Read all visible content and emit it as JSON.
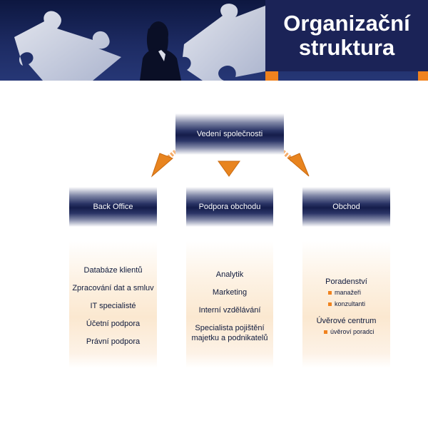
{
  "title": {
    "line1": "Organizační",
    "line2": "struktura"
  },
  "top_node": {
    "label": "Vedení společnosti"
  },
  "departments": [
    {
      "label": "Back Office",
      "items": [
        "Databáze klientů",
        "Zpracování dat a smluv",
        "IT specialisté",
        "Účetní podpora",
        "Právní podpora"
      ]
    },
    {
      "label": "Podpora obchodu",
      "items": [
        "Analytik",
        "Marketing",
        "Interní vzdělávání",
        "Specialista pojištění majetku a podnikatelů"
      ]
    },
    {
      "label": "Obchod",
      "groups": [
        {
          "label": "Poradenství",
          "subitems": [
            "manažeři",
            "konzultanti"
          ]
        },
        {
          "label": "Úvěrové centrum",
          "subitems": [
            "úvěroví poradci"
          ]
        }
      ]
    }
  ],
  "colors": {
    "navy": "#1b2357",
    "orange": "#f0821e",
    "column_fill": "#fbe8d0"
  }
}
